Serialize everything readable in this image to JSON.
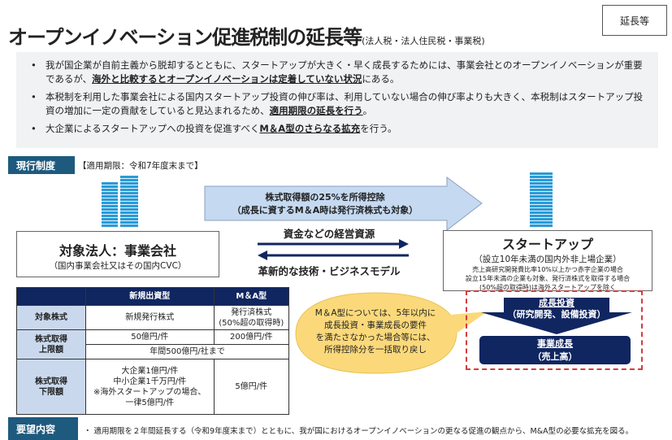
{
  "title": "オープンイノベーション促進税制の延長等",
  "title_sub": "(法人税・法人住民税・事業税)",
  "badge": "延長等",
  "bullets": [
    {
      "pre": "我が国企業が自前主義から脱却するとともに、スタートアップが大きく・早く成長するためには、事業会社とのオープンイノベーションが重要であるが、",
      "bold": "海外と比較するとオープンイノベーションは定着していない状況",
      "post": "にある。"
    },
    {
      "pre": "本税制を利用した事業会社による国内スタートアップ投資の伸び率は、利用していない場合の伸び率よりも大きく、本税制はスタートアップ投資の増加に一定の貢献をしていると見込まれるため、",
      "bold": "適用期限の延長を行う",
      "post": "。"
    },
    {
      "pre": "大企業によるスタートアップへの投資を促進すべく",
      "bold": "M＆A型のさらなる拡充",
      "post": "を行う。"
    }
  ],
  "current": {
    "label": "現行制度",
    "period": "【適用期限：令和7年度末まで】"
  },
  "arrow": {
    "line1": "株式取得額の25%を所得控除",
    "line2": "（成長に資するM＆A時は発行済株式も対象）"
  },
  "left": {
    "title": "対象法人：事業会社",
    "sub": "（国内事業会社又はその国内CVC）"
  },
  "flow": {
    "top": "資金などの経営資源",
    "bottom": "革新的な技術・ビジネスモデル"
  },
  "right": {
    "title": "スタートアップ",
    "sub": "（設立10年未満の国内外非上場企業）",
    "note1": "売上高研究開発費比率10%以上かつ赤字企業の場合",
    "note2": "設立15年未満の企業も対象、発行済株式を取得する場合",
    "note3": "(50%超の取得時)は海外スタートアップを除く"
  },
  "table": {
    "headers": [
      "",
      "新規出資型",
      "M＆A型"
    ],
    "r1": {
      "k": "対象株式",
      "a": "新規発行株式",
      "b1": "発行済株式",
      "b2": "(50%超の取得時)"
    },
    "r2": {
      "k1": "株式取得",
      "k2": "上限額",
      "a": "50億円/件",
      "b": "200億円/件",
      "both": "年間500億円/社まで"
    },
    "r3": {
      "k1": "株式取得",
      "k2": "下限額",
      "a1": "大企業1億円/件",
      "a2": "中小企業1千万円/件",
      "a3": "※海外スタートアップの場合、",
      "a4": "一律5億円/件",
      "b": "5億円/件"
    }
  },
  "bubble": {
    "l1": "M＆A型については、5年以内に",
    "l2": "成長投資・事業成長の要件",
    "l3": "を満たさなかった場合等には、",
    "l4": "所得控除分を一括取り戻し"
  },
  "growth": {
    "l1": "成長投資",
    "l2": "（研究開発、設備投資）"
  },
  "business": {
    "l1": "事業成長",
    "l2": "（売上高）"
  },
  "request": {
    "label": "要望内容",
    "text": "・ 適用期限を２年間延長する（令和9年度末まで）とともに、我が国におけるオープンイノベーションの更なる促進の観点から、M&A型の必要な拡充を図る。"
  }
}
